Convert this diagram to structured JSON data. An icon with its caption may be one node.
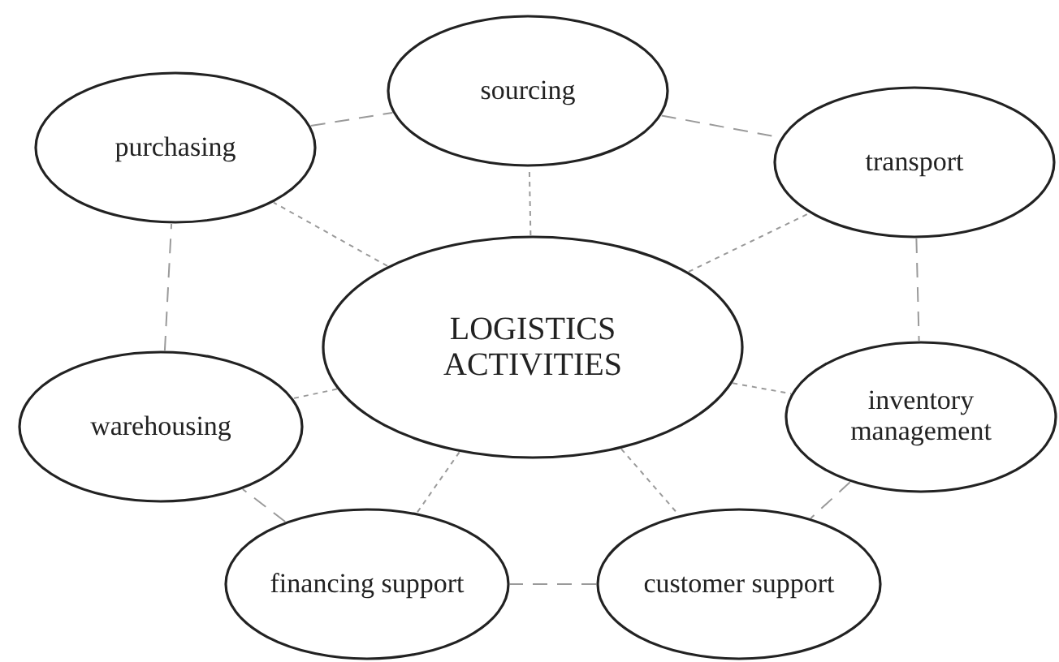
{
  "diagram": {
    "nodes": [
      {
        "text": [
          "sourcing"
        ]
      },
      {
        "text": [
          "purchasing"
        ]
      },
      {
        "text": [
          "transport"
        ]
      },
      {
        "text": [
          "LOGISTICS ACTIVITIES"
        ]
      },
      {
        "text": [
          "warehousing"
        ]
      },
      {
        "text": [
          "inventory management"
        ]
      },
      {
        "text": [
          "financing support"
        ]
      },
      {
        "text": [
          "customer support"
        ]
      }
    ],
    "edges": [
      {
        "from": 1,
        "to": 0,
        "arrow": "none",
        "style": "dashed"
      },
      {
        "from": 0,
        "to": 2,
        "arrow": "none",
        "style": "dashed"
      },
      {
        "from": 2,
        "to": 5,
        "arrow": "none",
        "style": "dashed"
      },
      {
        "from": 5,
        "to": 7,
        "arrow": "none",
        "style": "dashed"
      },
      {
        "from": 7,
        "to": 6,
        "arrow": "none",
        "style": "dashed"
      },
      {
        "from": 6,
        "to": 4,
        "arrow": "none",
        "style": "dashed"
      },
      {
        "from": 4,
        "to": 1,
        "arrow": "none",
        "style": "dashed"
      },
      {
        "from": 3,
        "to": 0,
        "arrow": "none",
        "style": "dashed"
      },
      {
        "from": 3,
        "to": 1,
        "arrow": "none",
        "style": "dashed"
      },
      {
        "from": 3,
        "to": 2,
        "arrow": "none",
        "style": "dashed"
      },
      {
        "from": 3,
        "to": 4,
        "arrow": "none",
        "style": "dashed"
      },
      {
        "from": 3,
        "to": 5,
        "arrow": "none",
        "style": "dashed"
      },
      {
        "from": 3,
        "to": 6,
        "arrow": "none",
        "style": "dashed"
      },
      {
        "from": 3,
        "to": 7,
        "arrow": "none",
        "style": "dashed"
      }
    ]
  }
}
